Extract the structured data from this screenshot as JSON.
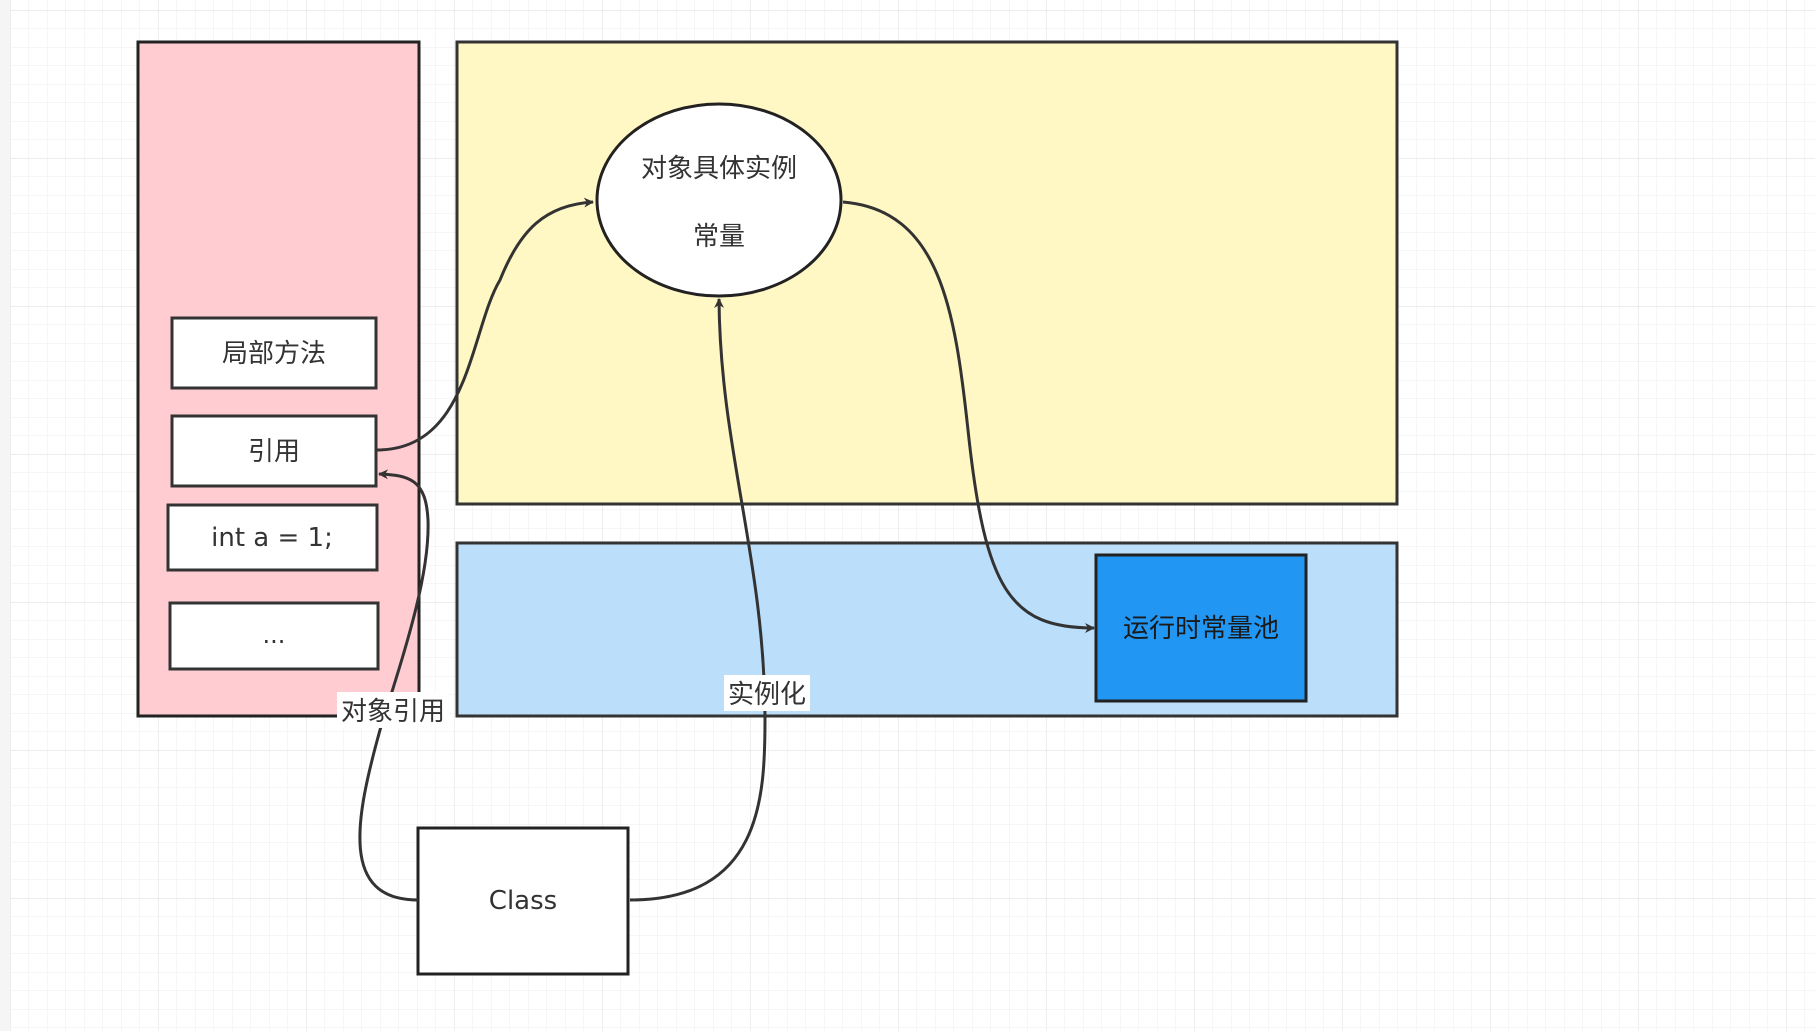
{
  "diagram": {
    "stack": {
      "items": [
        {
          "label": "局部方法"
        },
        {
          "label": "引用"
        },
        {
          "label": "int a = 1;"
        },
        {
          "label": "..."
        }
      ]
    },
    "heap": {
      "object_line1": "对象具体实例",
      "object_line2": "常量"
    },
    "method_area": {
      "constant_pool": "运行时常量池"
    },
    "class_box": "Class",
    "edge_labels": {
      "object_reference": "对象引用",
      "instantiation": "实例化"
    },
    "colors": {
      "stack_fill": "#ffccd2",
      "heap_fill": "#fff8c4",
      "method_area_fill": "#bbdefb",
      "constant_pool_fill": "#2196f3",
      "stroke": "#333333",
      "grid": "#ebebeb"
    }
  }
}
